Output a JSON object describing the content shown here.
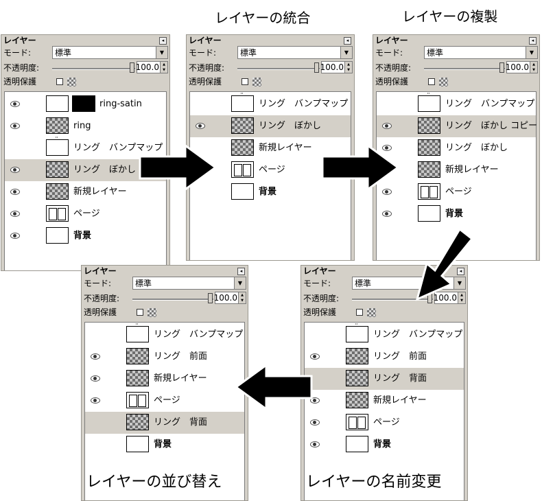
{
  "captions": {
    "merge": "レイヤーの統合",
    "duplicate": "レイヤーの複製",
    "reorder": "レイヤーの並び替え",
    "rename": "レイヤーの名前変更"
  },
  "panel_common": {
    "title": "レイヤー",
    "mode_label": "モード:",
    "mode_value": "標準",
    "opacity_label": "不透明度:",
    "opacity_value": "100.0",
    "lock_label": "透明保護"
  },
  "panels": [
    {
      "id": "original",
      "layers": [
        {
          "name": "ring-satin",
          "visible": true,
          "thumb": "blank",
          "mask": true,
          "selected": false,
          "bold": false
        },
        {
          "name": "ring",
          "visible": true,
          "thumb": "checker",
          "mask": false,
          "selected": false,
          "bold": false
        },
        {
          "name": "リング　バンプマップ",
          "visible": false,
          "thumb": "dots",
          "mask": false,
          "selected": false,
          "bold": false
        },
        {
          "name": "リング　ぼかし",
          "visible": true,
          "thumb": "checker",
          "mask": false,
          "selected": true,
          "bold": false
        },
        {
          "name": "新規レイヤー",
          "visible": true,
          "thumb": "checker",
          "mask": false,
          "selected": false,
          "bold": false
        },
        {
          "name": "ページ",
          "visible": true,
          "thumb": "page",
          "mask": false,
          "selected": false,
          "bold": false
        },
        {
          "name": "背景",
          "visible": true,
          "thumb": "blank",
          "mask": false,
          "selected": false,
          "bold": true
        }
      ]
    },
    {
      "id": "merged",
      "layers": [
        {
          "name": "リング　バンプマップ",
          "visible": false,
          "thumb": "dots",
          "mask": false,
          "selected": false,
          "bold": false
        },
        {
          "name": "リング　ぼかし",
          "visible": true,
          "thumb": "checker",
          "mask": false,
          "selected": true,
          "bold": false
        },
        {
          "name": "新規レイヤー",
          "visible": false,
          "thumb": "checker",
          "mask": false,
          "selected": false,
          "bold": false
        },
        {
          "name": "ページ",
          "visible": false,
          "thumb": "page",
          "mask": false,
          "selected": false,
          "bold": false
        },
        {
          "name": "背景",
          "visible": false,
          "thumb": "blank",
          "mask": false,
          "selected": false,
          "bold": true
        }
      ]
    },
    {
      "id": "duplicated",
      "layers": [
        {
          "name": "リング　バンプマップ",
          "visible": false,
          "thumb": "dots",
          "mask": false,
          "selected": false,
          "bold": false
        },
        {
          "name": "リング　ぼかし コピー",
          "visible": true,
          "thumb": "checker",
          "mask": false,
          "selected": true,
          "bold": false
        },
        {
          "name": "リング　ぼかし",
          "visible": true,
          "thumb": "checker",
          "mask": false,
          "selected": false,
          "bold": false
        },
        {
          "name": "新規レイヤー",
          "visible": true,
          "thumb": "checker",
          "mask": false,
          "selected": false,
          "bold": false
        },
        {
          "name": "ページ",
          "visible": true,
          "thumb": "page",
          "mask": false,
          "selected": false,
          "bold": false
        },
        {
          "name": "背景",
          "visible": true,
          "thumb": "blank",
          "mask": false,
          "selected": false,
          "bold": true
        }
      ]
    },
    {
      "id": "renamed",
      "layers": [
        {
          "name": "リング　バンプマップ",
          "visible": false,
          "thumb": "dots",
          "mask": false,
          "selected": false,
          "bold": false
        },
        {
          "name": "リング　前面",
          "visible": true,
          "thumb": "checker",
          "mask": false,
          "selected": false,
          "bold": false
        },
        {
          "name": "リング　背面",
          "visible": false,
          "thumb": "checker",
          "mask": false,
          "selected": true,
          "bold": false
        },
        {
          "name": "新規レイヤー",
          "visible": true,
          "thumb": "checker",
          "mask": false,
          "selected": false,
          "bold": false
        },
        {
          "name": "ページ",
          "visible": true,
          "thumb": "page",
          "mask": false,
          "selected": false,
          "bold": false
        },
        {
          "name": "背景",
          "visible": true,
          "thumb": "blank",
          "mask": false,
          "selected": false,
          "bold": true
        }
      ]
    },
    {
      "id": "reordered",
      "layers": [
        {
          "name": "リング　バンプマップ",
          "visible": false,
          "thumb": "dots",
          "mask": false,
          "selected": false,
          "bold": false
        },
        {
          "name": "リング　前面",
          "visible": true,
          "thumb": "checker",
          "mask": false,
          "selected": false,
          "bold": false
        },
        {
          "name": "新規レイヤー",
          "visible": true,
          "thumb": "checker",
          "mask": false,
          "selected": false,
          "bold": false
        },
        {
          "name": "ページ",
          "visible": true,
          "thumb": "page",
          "mask": false,
          "selected": false,
          "bold": false
        },
        {
          "name": "リング　背面",
          "visible": false,
          "thumb": "checker",
          "mask": false,
          "selected": true,
          "bold": false
        },
        {
          "name": "背景",
          "visible": false,
          "thumb": "blank",
          "mask": false,
          "selected": false,
          "bold": true
        }
      ]
    }
  ]
}
